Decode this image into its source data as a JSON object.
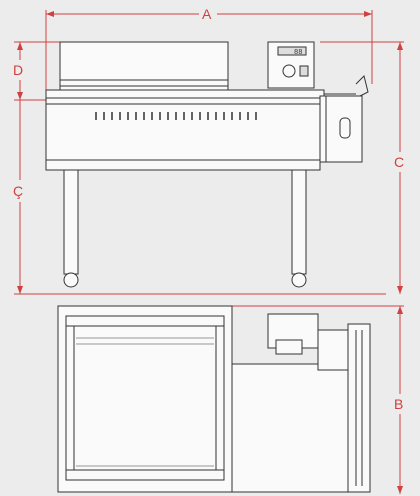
{
  "diagram": {
    "dimension_labels": {
      "A": "A",
      "B": "B",
      "C": "C",
      "C_cedilla": "Ç",
      "D": "D"
    },
    "display_readout": "88",
    "colors": {
      "dimension_line": "#d04040",
      "drawing_line": "#333333",
      "background": "#ececec"
    }
  }
}
